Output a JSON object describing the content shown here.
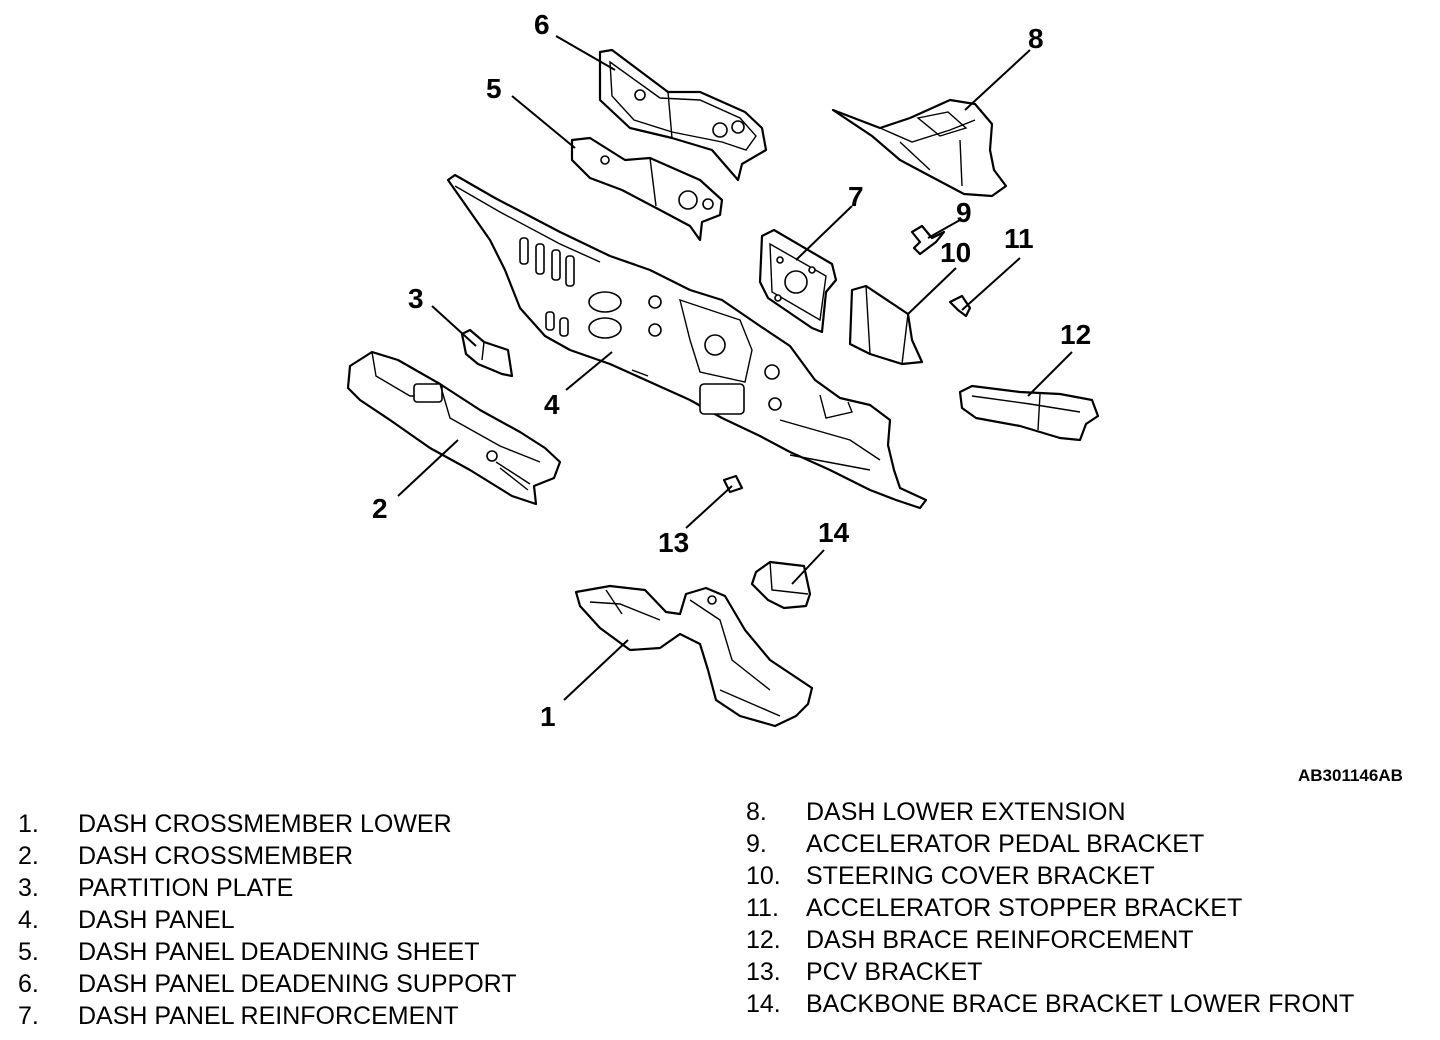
{
  "figure_code": "AB301146AB",
  "callouts": [
    "1",
    "2",
    "3",
    "4",
    "5",
    "6",
    "7",
    "8",
    "9",
    "10",
    "11",
    "12",
    "13",
    "14"
  ],
  "legend": [
    {
      "num": "1.",
      "text": "DASH CROSSMEMBER LOWER"
    },
    {
      "num": "2.",
      "text": "DASH CROSSMEMBER"
    },
    {
      "num": "3.",
      "text": "PARTITION PLATE"
    },
    {
      "num": "4.",
      "text": "DASH PANEL"
    },
    {
      "num": "5.",
      "text": "DASH PANEL DEADENING SHEET"
    },
    {
      "num": "6.",
      "text": "DASH PANEL DEADENING SUPPORT"
    },
    {
      "num": "7.",
      "text": "DASH PANEL REINFORCEMENT"
    },
    {
      "num": "8.",
      "text": "DASH LOWER EXTENSION"
    },
    {
      "num": "9.",
      "text": "ACCELERATOR PEDAL BRACKET"
    },
    {
      "num": "10.",
      "text": "STEERING COVER BRACKET"
    },
    {
      "num": "11.",
      "text": "ACCELERATOR STOPPER BRACKET"
    },
    {
      "num": "12.",
      "text": "DASH BRACE REINFORCEMENT"
    },
    {
      "num": "13.",
      "text": "PCV BRACKET"
    },
    {
      "num": "14.",
      "text": "BACKBONE BRACE BRACKET LOWER FRONT"
    }
  ]
}
